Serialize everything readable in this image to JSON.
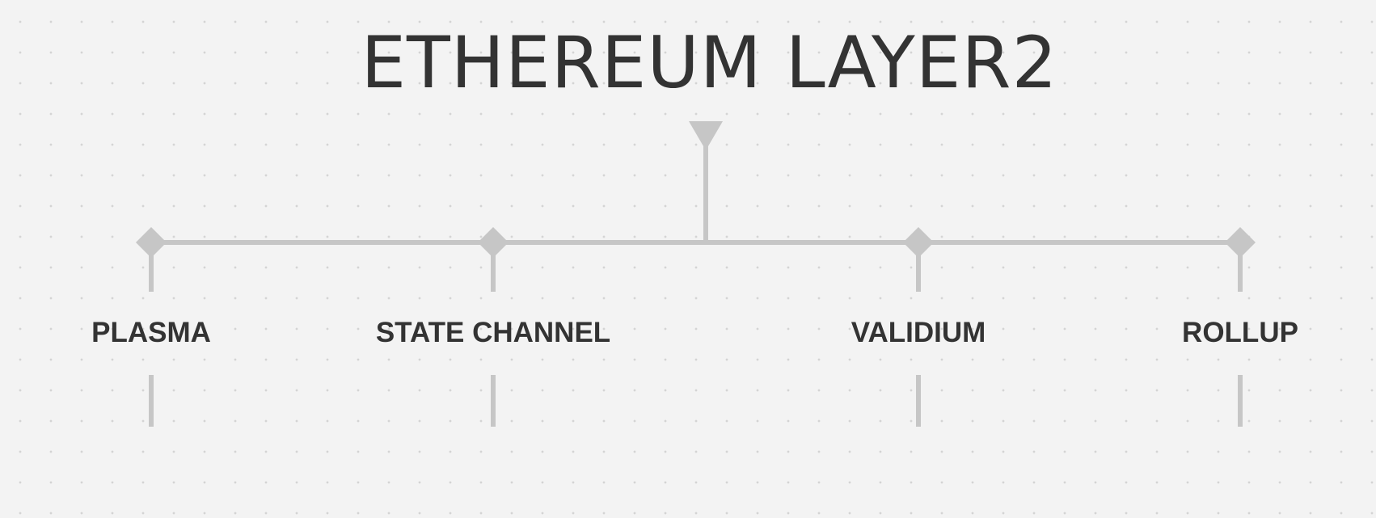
{
  "diagram": {
    "title": "ETHEREUM LAYER2",
    "branches": [
      {
        "id": "plasma",
        "label": "PLASMA"
      },
      {
        "id": "state-channel",
        "label": "STATE CHANNEL"
      },
      {
        "id": "validium",
        "label": "VALIDIUM"
      },
      {
        "id": "rollup",
        "label": "ROLLUP"
      }
    ]
  },
  "colors": {
    "background": "#f3f3f3",
    "dot": "#d4d4d4",
    "connector": "#c6c6c6",
    "text": "#333333"
  }
}
